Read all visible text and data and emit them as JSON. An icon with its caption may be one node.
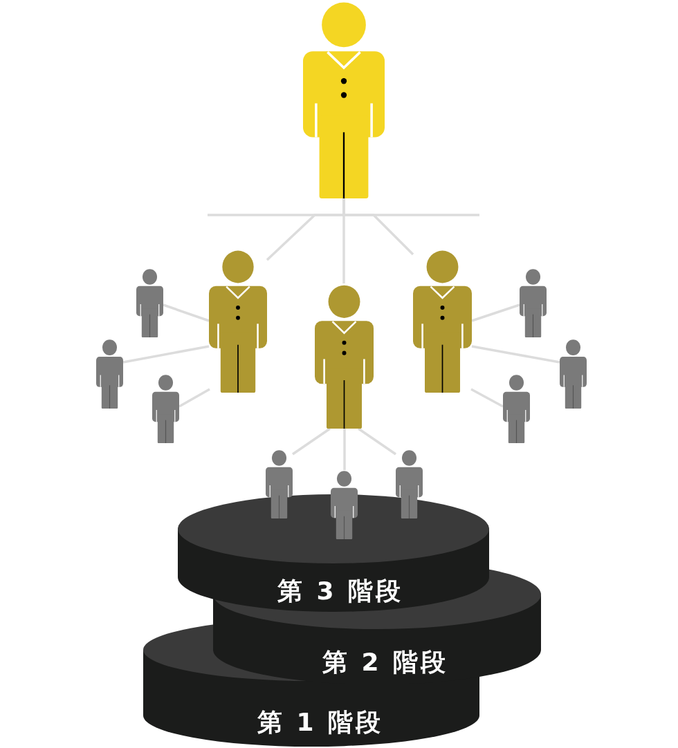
{
  "diagram": {
    "nodes": [
      {
        "text": [],
        "shape": "person"
      },
      {
        "text": [],
        "shape": "person"
      },
      {
        "text": [],
        "shape": "person"
      },
      {
        "text": [],
        "shape": "person"
      },
      {
        "text": [],
        "shape": "person"
      },
      {
        "text": [],
        "shape": "person"
      },
      {
        "text": [],
        "shape": "person"
      },
      {
        "text": [],
        "shape": "person"
      },
      {
        "text": [],
        "shape": "person"
      },
      {
        "text": [],
        "shape": "person"
      },
      {
        "text": [],
        "shape": "person"
      },
      {
        "text": [],
        "shape": "person"
      },
      {
        "text": [],
        "shape": "person"
      },
      {
        "text": [
          "第 3 階段"
        ]
      },
      {
        "text": [
          "第 2 階段"
        ]
      },
      {
        "text": [
          "第 1 階段"
        ]
      }
    ],
    "edges": [
      {
        "from": 0,
        "to": 1,
        "arrow": "none"
      },
      {
        "from": 0,
        "to": 2,
        "arrow": "none"
      },
      {
        "from": 0,
        "to": 3,
        "arrow": "none"
      },
      {
        "from": 1,
        "to": 4,
        "arrow": "none"
      },
      {
        "from": 1,
        "to": 5,
        "arrow": "none"
      },
      {
        "from": 1,
        "to": 6,
        "arrow": "none"
      },
      {
        "from": 2,
        "to": 7,
        "arrow": "none"
      },
      {
        "from": 2,
        "to": 8,
        "arrow": "none"
      },
      {
        "from": 2,
        "to": 9,
        "arrow": "none"
      },
      {
        "from": 3,
        "to": 10,
        "arrow": "none"
      },
      {
        "from": 3,
        "to": 11,
        "arrow": "none"
      },
      {
        "from": 3,
        "to": 12,
        "arrow": "none"
      }
    ]
  }
}
